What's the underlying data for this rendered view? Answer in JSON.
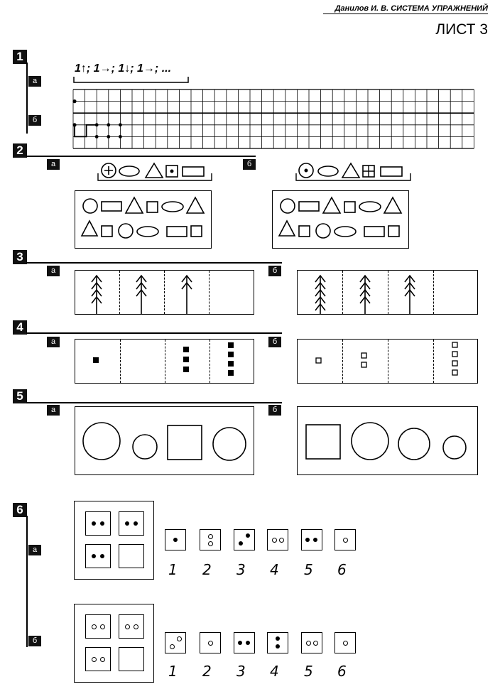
{
  "header": {
    "author_title": "Данилов И. В. СИСТЕМА УПРАЖНЕНИЙ",
    "sheet": "ЛИСТ 3"
  },
  "tasks": [
    {
      "num": "1",
      "subs": [
        "а",
        "б"
      ],
      "sequence": "1↑; 1→; 1↓; 1→; ..."
    },
    {
      "num": "2",
      "subs": [
        "а",
        "б"
      ]
    },
    {
      "num": "3",
      "subs": [
        "а",
        "б"
      ]
    },
    {
      "num": "4",
      "subs": [
        "а",
        "б"
      ]
    },
    {
      "num": "5",
      "subs": [
        "а",
        "б"
      ]
    },
    {
      "num": "6",
      "subs": [
        "а",
        "б"
      ]
    }
  ],
  "task6": {
    "a_digits": [
      "1",
      "2",
      "3",
      "4",
      "5",
      "6"
    ],
    "b_digits": [
      "1",
      "2",
      "3",
      "4",
      "5",
      "6"
    ]
  }
}
